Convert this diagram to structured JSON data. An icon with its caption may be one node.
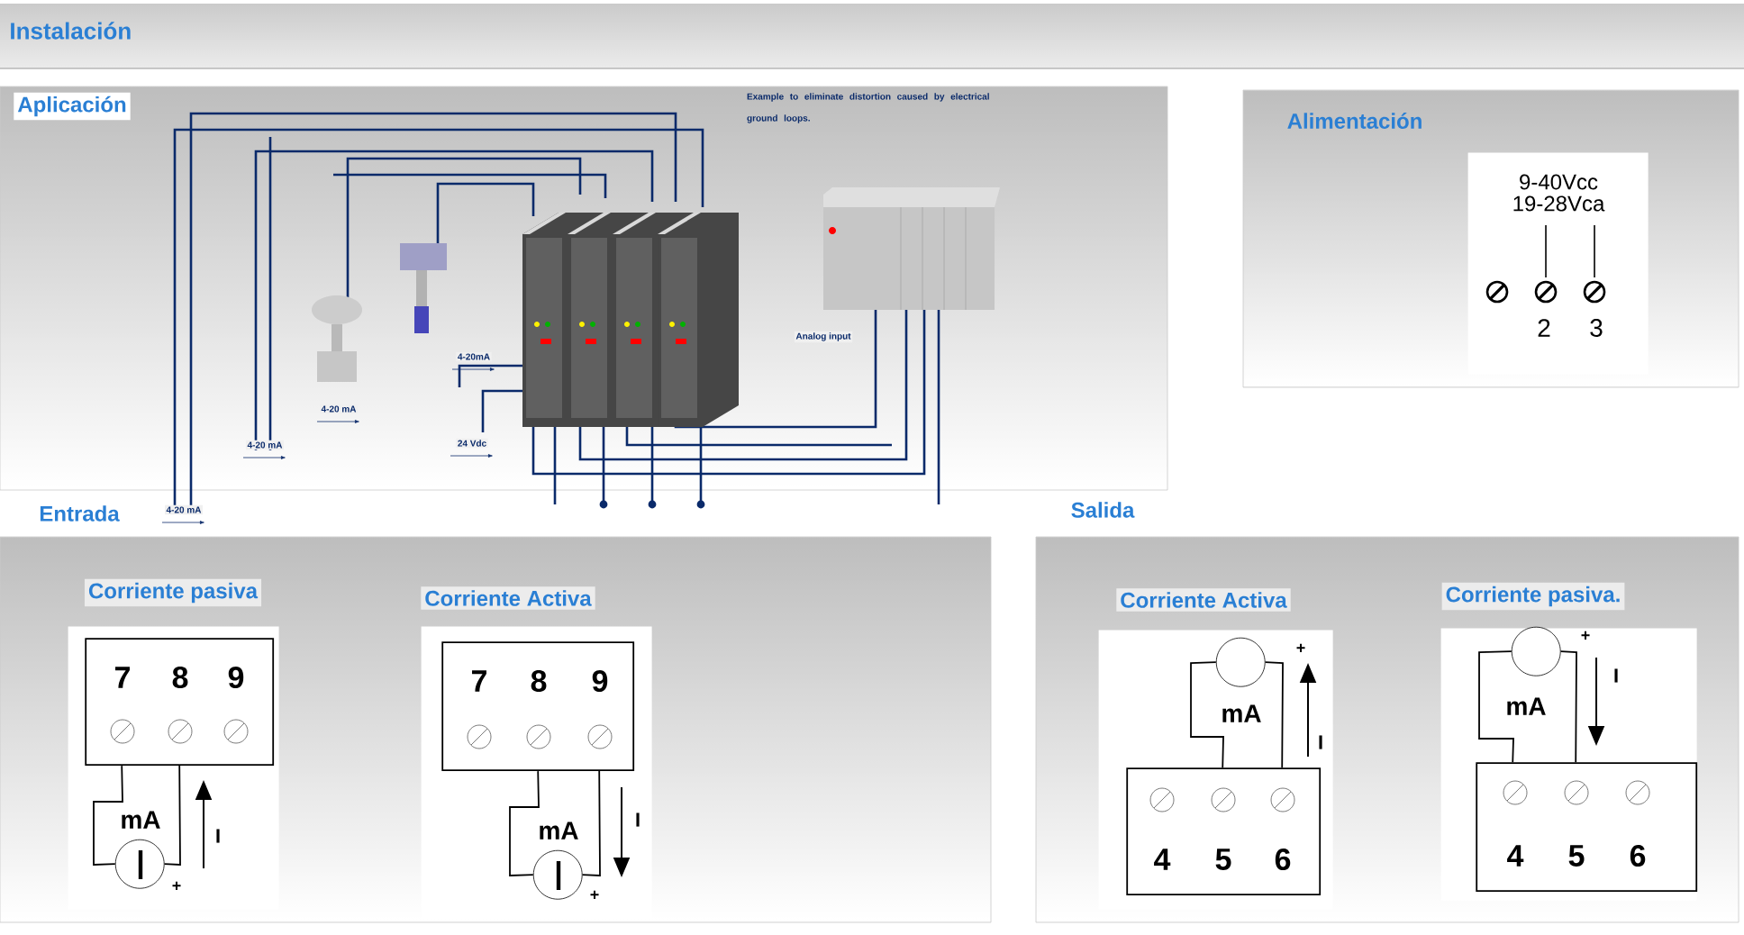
{
  "diagram": {
    "title": "Instalación",
    "nodes": [
      {
        "text": [
          "Aplicación"
        ]
      },
      {
        "text": [
          "Alimentación"
        ]
      },
      {
        "text": [
          "9-40Vcc 19-28Vca"
        ],
        "in": 1
      },
      {
        "text": [
          "Entrada"
        ]
      },
      {
        "text": [
          "Corriente pasiva"
        ],
        "in": 3
      },
      {
        "text": [
          "7",
          "8",
          "9"
        ],
        "in": 4
      },
      {
        "text": [],
        "shape": "circle",
        "in": 4,
        "beside": [
          "mA"
        ]
      },
      {
        "text": [
          "Corriente Activa"
        ],
        "in": 3
      },
      {
        "text": [
          "7",
          "8",
          "9"
        ],
        "in": 7
      },
      {
        "text": [],
        "shape": "circle",
        "in": 7,
        "beside": [
          "mA"
        ]
      },
      {
        "text": [
          "Salida"
        ]
      },
      {
        "text": [
          "Corriente Activa"
        ],
        "in": 10
      },
      {
        "text": [],
        "shape": "circle",
        "in": 11,
        "beside": [
          "mA"
        ]
      },
      {
        "text": [
          "4",
          "5",
          "6"
        ],
        "in": 11
      },
      {
        "text": [
          "Corriente pasiva."
        ],
        "in": 10
      },
      {
        "text": [],
        "shape": "circle",
        "in": 14,
        "beside": [
          "mA"
        ]
      },
      {
        "text": [
          "4",
          "5",
          "6"
        ],
        "in": 14
      }
    ],
    "edges": [
      {
        "from": 5,
        "to": 6,
        "arrow": "none"
      },
      {
        "from": 5,
        "to": 6,
        "arrow": "none"
      },
      {
        "from": 8,
        "to": 9,
        "arrow": "none"
      },
      {
        "from": 8,
        "to": 9,
        "arrow": "none"
      },
      {
        "from": 13,
        "to": 12,
        "arrow": "none"
      },
      {
        "from": 13,
        "to": 12,
        "arrow": "none"
      },
      {
        "from": 16,
        "to": 15,
        "arrow": "none"
      },
      {
        "from": 16,
        "to": 15,
        "arrow": "none"
      }
    ],
    "labels": [
      "Example to eliminate distortion caused by electrical ground loops.",
      "4-20mA",
      "Analog input",
      "4-20 mA",
      "24 Vdc",
      "4-20 mA",
      "4-20 mA",
      "2",
      "3",
      "I",
      "+",
      "I",
      "+",
      "+",
      "I",
      "+",
      "I"
    ]
  }
}
